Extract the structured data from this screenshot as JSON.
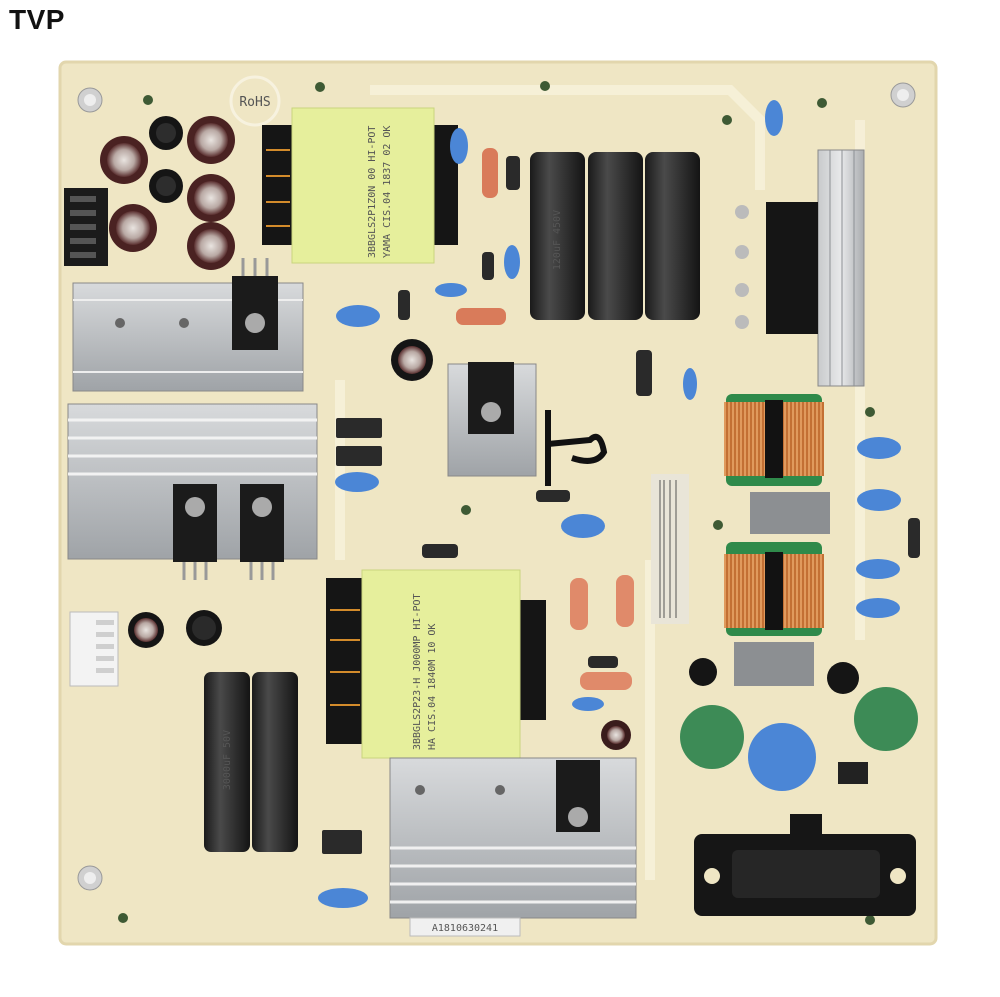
{
  "brand": "TVP",
  "board": {
    "rohs_mark": "RoHS",
    "transformer_top": [
      "3BBGLS2P1Z0N  00  HI-POT",
      "YAMA  CIS.04  1837 02  OK"
    ],
    "transformer_bottom": [
      "3BBGLS2P23-H  J000MP  HI-POT",
      "HA CIS.04  1840M  10  OK"
    ],
    "capacitor_label": "120uF 450V",
    "bottom_cap_label": "3000uF 50V",
    "barcode_label": "A1810630241",
    "colors": {
      "pcb": "#efe6c4",
      "heatsink": "#b9bcbf",
      "transformer": "#e6ef9c",
      "cap_blue": "#4b86d6",
      "choke_copper": "#c8733a",
      "choke_green": "#2f8a4a"
    }
  }
}
